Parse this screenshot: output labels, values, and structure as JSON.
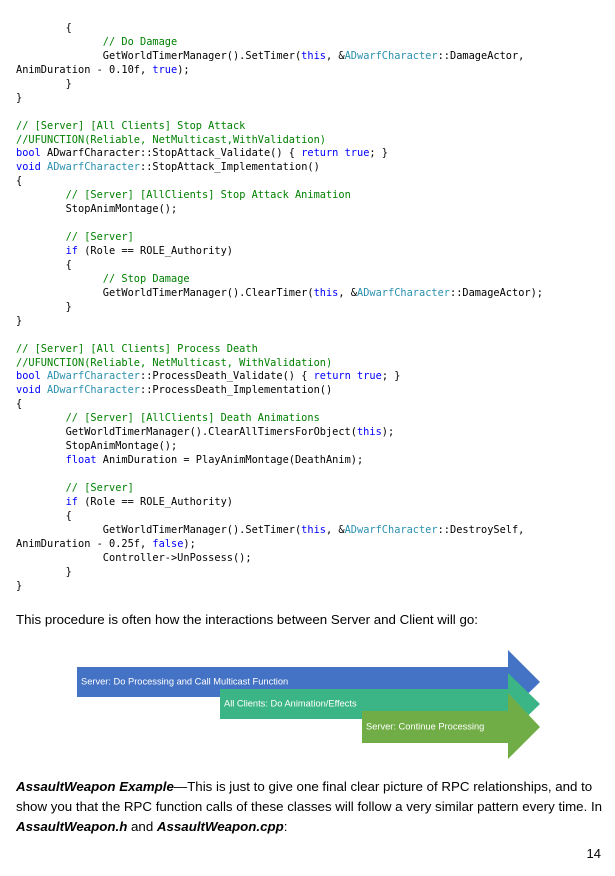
{
  "code_lines": [
    [
      [
        "t",
        "        {"
      ]
    ],
    [
      [
        "t",
        "              "
      ],
      [
        "cm",
        "// Do Damage"
      ]
    ],
    [
      [
        "t",
        "              GetWorldTimerManager().SetTimer("
      ],
      [
        "kw",
        "this"
      ],
      [
        "t",
        ", &"
      ],
      [
        "ty",
        "ADwarfCharacter"
      ],
      [
        "t",
        "::DamageActor,"
      ]
    ],
    [
      [
        "t",
        "AnimDuration - 0.10f, "
      ],
      [
        "kw",
        "true"
      ],
      [
        "t",
        ");"
      ]
    ],
    [
      [
        "t",
        "        }"
      ]
    ],
    [
      [
        "t",
        "}"
      ]
    ],
    [
      [
        "t",
        ""
      ]
    ],
    [
      [
        "cm",
        "// [Server] [All Clients] Stop Attack"
      ]
    ],
    [
      [
        "cm",
        "//UFUNCTION(Reliable, NetMulticast,WithValidation)"
      ]
    ],
    [
      [
        "kw",
        "bool"
      ],
      [
        "t",
        " ADwarfCharacter::StopAttack_Validate() { "
      ],
      [
        "kw",
        "return"
      ],
      [
        "t",
        " "
      ],
      [
        "kw",
        "true"
      ],
      [
        "t",
        "; }"
      ]
    ],
    [
      [
        "kw",
        "void"
      ],
      [
        "t",
        " "
      ],
      [
        "ty",
        "ADwarfCharacter"
      ],
      [
        "t",
        "::StopAttack_Implementation()"
      ]
    ],
    [
      [
        "t",
        "{"
      ]
    ],
    [
      [
        "t",
        "        "
      ],
      [
        "cm",
        "// [Server] [AllClients] Stop Attack Animation"
      ]
    ],
    [
      [
        "t",
        "        StopAnimMontage();"
      ]
    ],
    [
      [
        "t",
        ""
      ]
    ],
    [
      [
        "t",
        "        "
      ],
      [
        "cm",
        "// [Server]"
      ]
    ],
    [
      [
        "t",
        "        "
      ],
      [
        "kw",
        "if"
      ],
      [
        "t",
        " (Role == ROLE_Authority)"
      ]
    ],
    [
      [
        "t",
        "        {"
      ]
    ],
    [
      [
        "t",
        "              "
      ],
      [
        "cm",
        "// Stop Damage"
      ]
    ],
    [
      [
        "t",
        "              GetWorldTimerManager().ClearTimer("
      ],
      [
        "kw",
        "this"
      ],
      [
        "t",
        ", &"
      ],
      [
        "ty",
        "ADwarfCharacter"
      ],
      [
        "t",
        "::DamageActor);"
      ]
    ],
    [
      [
        "t",
        "        }"
      ]
    ],
    [
      [
        "t",
        "}"
      ]
    ],
    [
      [
        "t",
        ""
      ]
    ],
    [
      [
        "cm",
        "// [Server] [All Clients] Process Death"
      ]
    ],
    [
      [
        "cm",
        "//UFUNCTION(Reliable, NetMulticast, WithValidation)"
      ]
    ],
    [
      [
        "kw",
        "bool"
      ],
      [
        "t",
        " "
      ],
      [
        "ty",
        "ADwarfCharacter"
      ],
      [
        "t",
        "::ProcessDeath_Validate() { "
      ],
      [
        "kw",
        "return"
      ],
      [
        "t",
        " "
      ],
      [
        "kw",
        "true"
      ],
      [
        "t",
        "; }"
      ]
    ],
    [
      [
        "kw",
        "void"
      ],
      [
        "t",
        " "
      ],
      [
        "ty",
        "ADwarfCharacter"
      ],
      [
        "t",
        "::ProcessDeath_Implementation()"
      ]
    ],
    [
      [
        "t",
        "{"
      ]
    ],
    [
      [
        "t",
        "        "
      ],
      [
        "cm",
        "// [Server] [AllClients] Death Animations"
      ]
    ],
    [
      [
        "t",
        "        GetWorldTimerManager().ClearAllTimersForObject("
      ],
      [
        "kw",
        "this"
      ],
      [
        "t",
        ");"
      ]
    ],
    [
      [
        "t",
        "        StopAnimMontage();"
      ]
    ],
    [
      [
        "t",
        "        "
      ],
      [
        "kw",
        "float"
      ],
      [
        "t",
        " AnimDuration = PlayAnimMontage(DeathAnim);"
      ]
    ],
    [
      [
        "t",
        ""
      ]
    ],
    [
      [
        "t",
        "        "
      ],
      [
        "cm",
        "// [Server]"
      ]
    ],
    [
      [
        "t",
        "        "
      ],
      [
        "kw",
        "if"
      ],
      [
        "t",
        " (Role == ROLE_Authority)"
      ]
    ],
    [
      [
        "t",
        "        {"
      ]
    ],
    [
      [
        "t",
        "              GetWorldTimerManager().SetTimer("
      ],
      [
        "kw",
        "this"
      ],
      [
        "t",
        ", &"
      ],
      [
        "ty",
        "ADwarfCharacter"
      ],
      [
        "t",
        "::DestroySelf,"
      ]
    ],
    [
      [
        "t",
        "AnimDuration - 0.25f, "
      ],
      [
        "kw",
        "false"
      ],
      [
        "t",
        ");"
      ]
    ],
    [
      [
        "t",
        "              Controller->UnPossess();"
      ]
    ],
    [
      [
        "t",
        "        }"
      ]
    ],
    [
      [
        "t",
        "}"
      ]
    ]
  ],
  "intro_text": "This procedure is often how the interactions between Server and Client will go:",
  "flow_steps": [
    {
      "label": "Server: Do Processing and Call Multicast Function",
      "color": "#4472c4"
    },
    {
      "label": "All Clients: Do Animation/Effects",
      "color": "#3cb586"
    },
    {
      "label": "Server: Continue Processing",
      "color": "#71ad47"
    }
  ],
  "example": {
    "lead": "AssaultWeapon Example",
    "dash_text": "—This is just to give one final clear picture of RPC relationships, and to show you that the RPC function calls of these classes will follow a very similar pattern every time. In ",
    "file1": "AssaultWeapon.h",
    "and_text": " and ",
    "file2": "AssaultWeapon.cpp",
    "end_text": ":"
  },
  "page_number": "14"
}
